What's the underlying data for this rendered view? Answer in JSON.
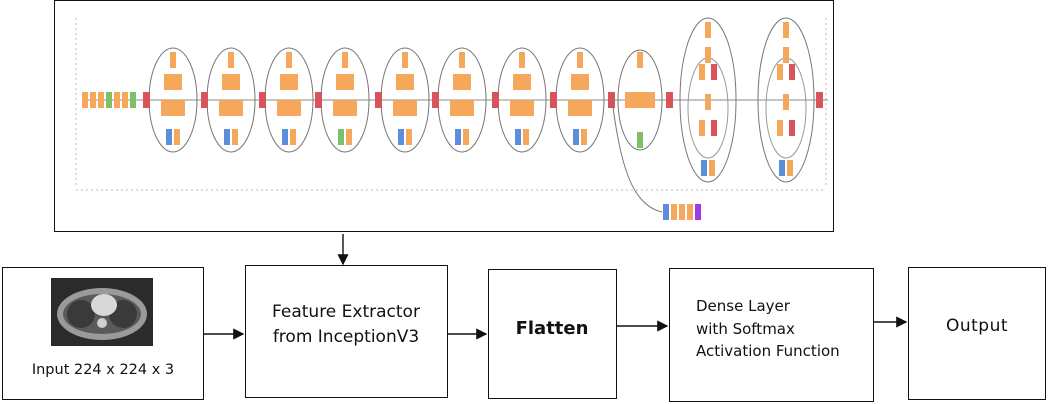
{
  "diagram": {
    "input_label": "Input 224 x 224 x 3",
    "feature_line1": "Feature Extractor",
    "feature_line2": "from InceptionV3",
    "flatten_label": "Flatten",
    "dense_line1": "Dense Layer",
    "dense_line2": "with  Softmax",
    "dense_line3": "Activation Function",
    "output_label": "Output"
  },
  "colors": {
    "orange": "#f5a85c",
    "red": "#d9535c",
    "green": "#7dbf6a",
    "blue": "#5b8fdb",
    "purple": "#a23be0",
    "line": "#111111"
  },
  "icons": {
    "ct_scan": "ct-scan-image"
  }
}
